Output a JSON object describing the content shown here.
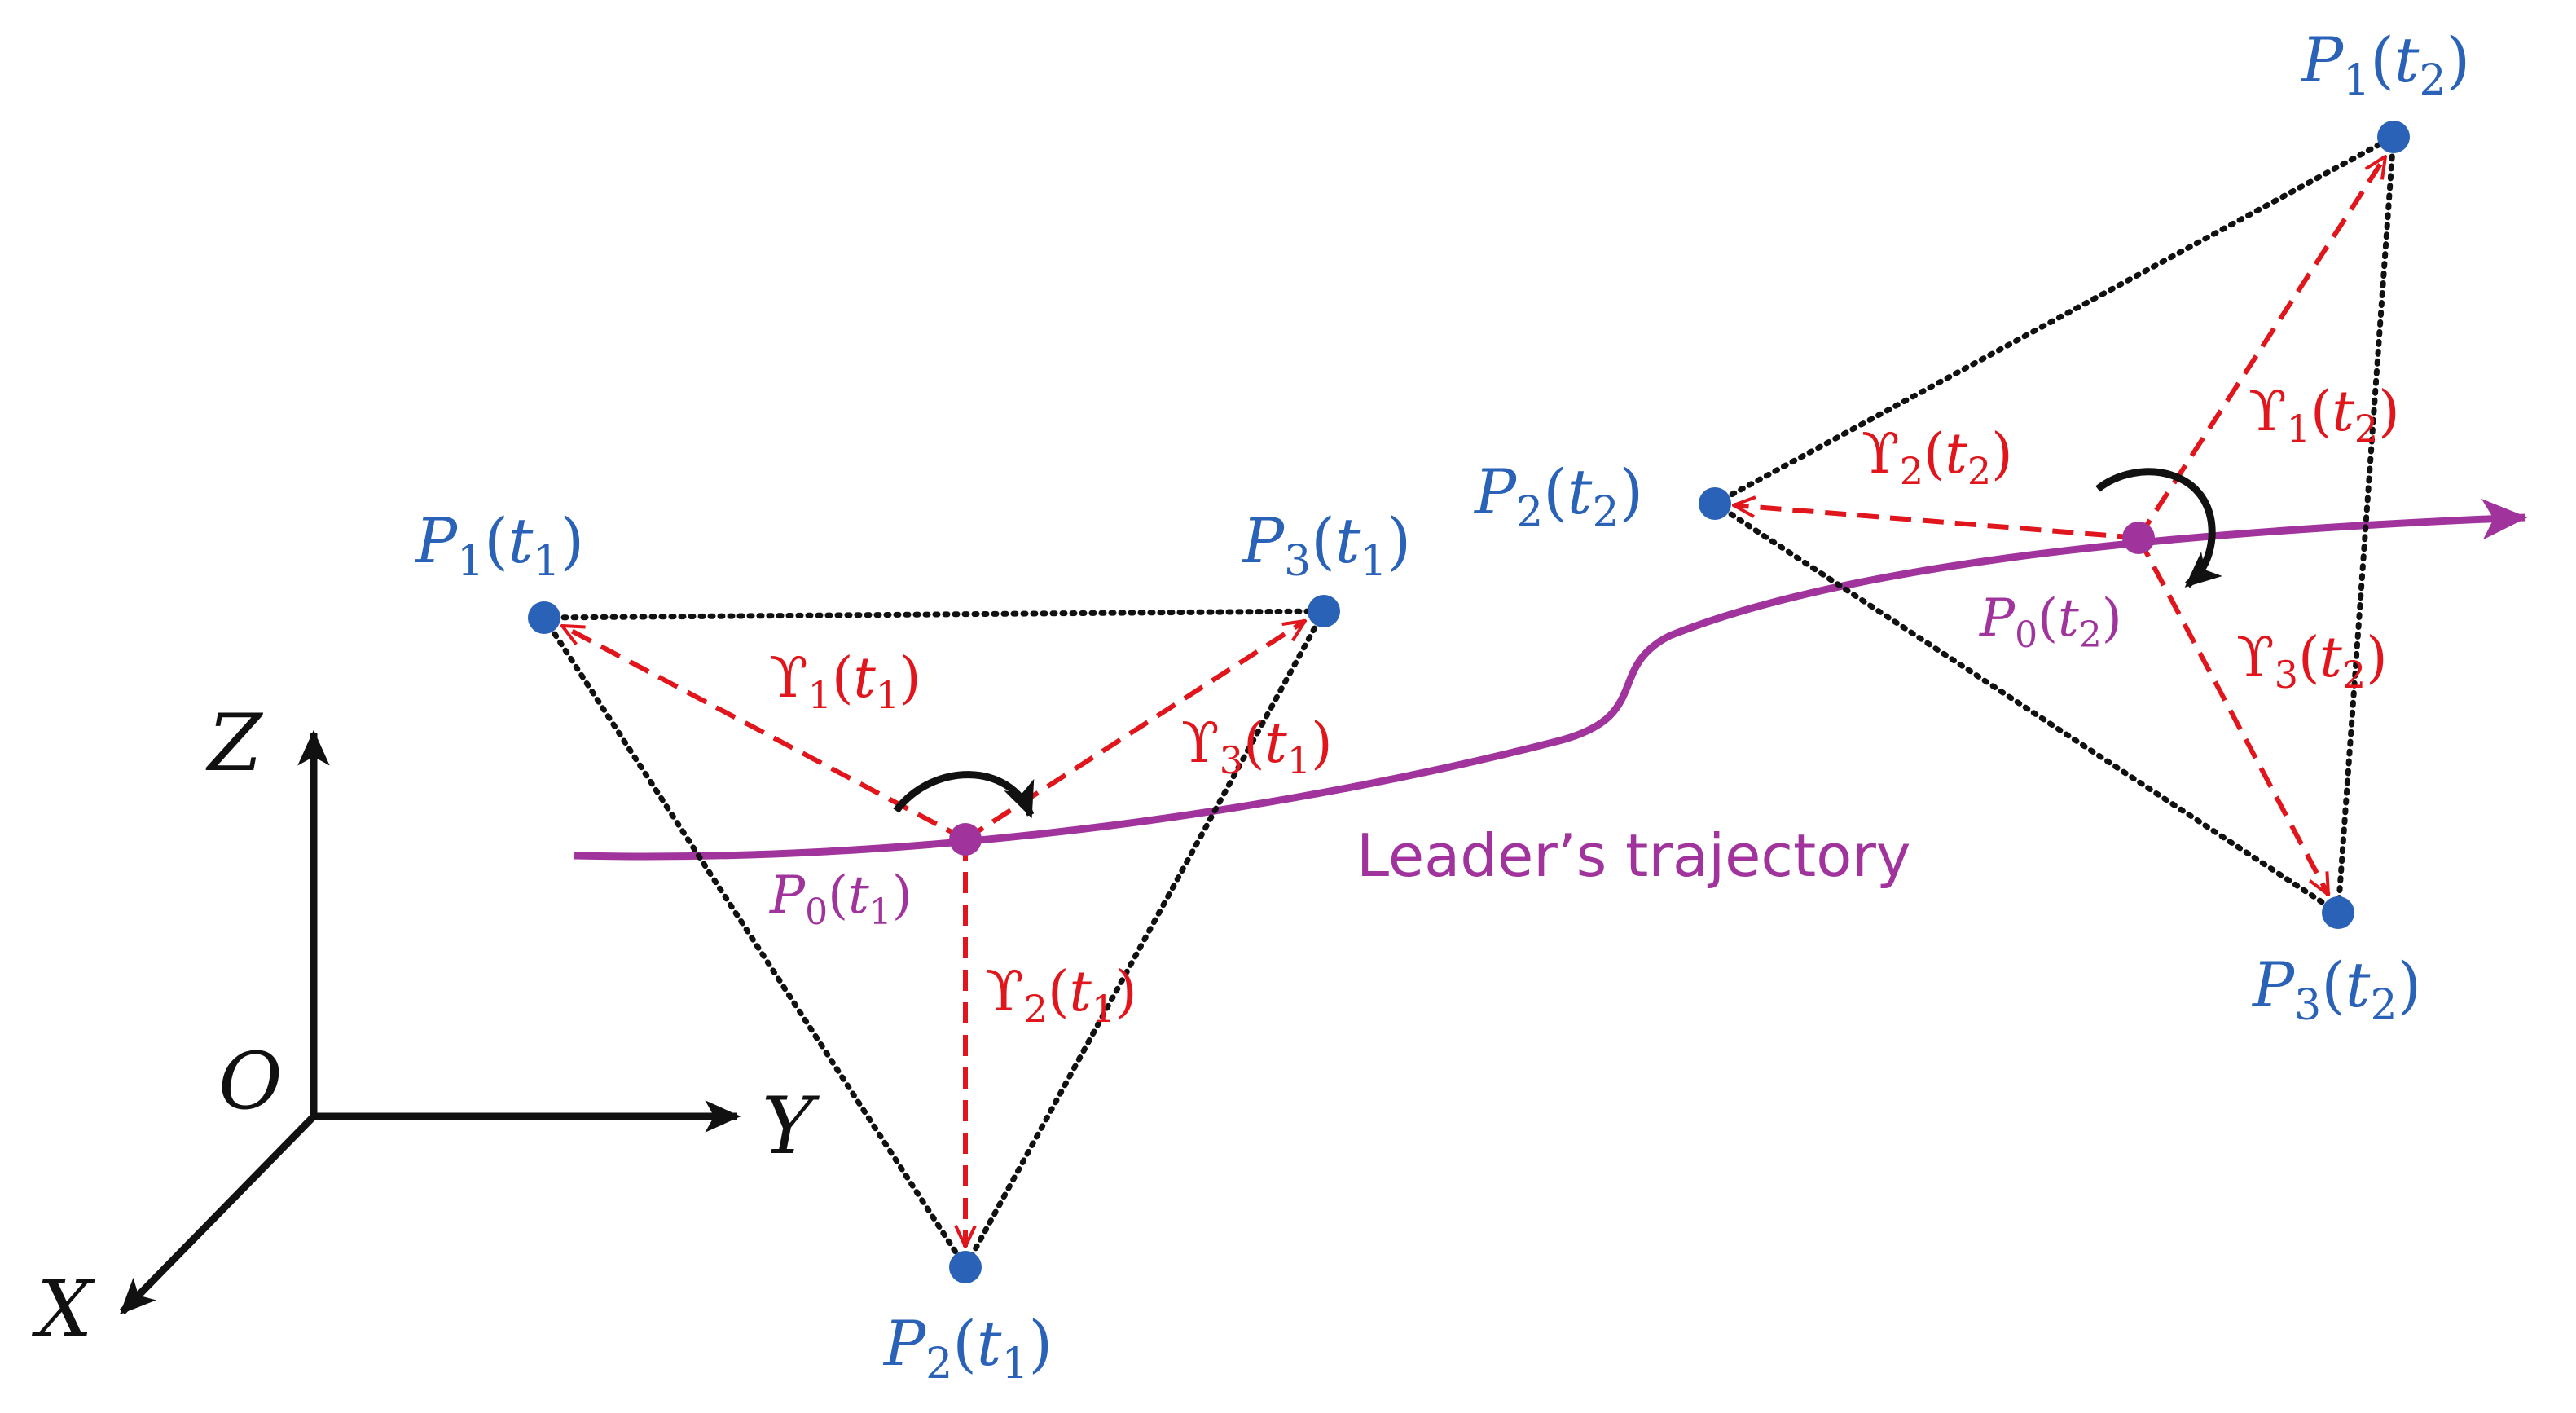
{
  "axes": {
    "z": "Z",
    "y": "Y",
    "x": "X",
    "origin": "O"
  },
  "trajectory_label": "Leader’s trajectory",
  "colors": {
    "point": "#2a62b8",
    "leader": "#a0349c",
    "vector": "#e0161c",
    "edge": "#000000"
  },
  "formation_t1": {
    "p1": {
      "sym": "P",
      "sub": "1",
      "time": "t",
      "tsub": "1"
    },
    "p2": {
      "sym": "P",
      "sub": "2",
      "time": "t",
      "tsub": "1"
    },
    "p3": {
      "sym": "P",
      "sub": "3",
      "time": "t",
      "tsub": "1"
    },
    "p0": {
      "sym": "P",
      "sub": "0",
      "time": "t",
      "tsub": "1"
    },
    "g1": {
      "sym": "ϒ",
      "sub": "1",
      "time": "t",
      "tsub": "1"
    },
    "g2": {
      "sym": "ϒ",
      "sub": "2",
      "time": "t",
      "tsub": "1"
    },
    "g3": {
      "sym": "ϒ",
      "sub": "3",
      "time": "t",
      "tsub": "1"
    }
  },
  "formation_t2": {
    "p1": {
      "sym": "P",
      "sub": "1",
      "time": "t",
      "tsub": "2"
    },
    "p2": {
      "sym": "P",
      "sub": "2",
      "time": "t",
      "tsub": "2"
    },
    "p3": {
      "sym": "P",
      "sub": "3",
      "time": "t",
      "tsub": "2"
    },
    "p0": {
      "sym": "P",
      "sub": "0",
      "time": "t",
      "tsub": "2"
    },
    "g1": {
      "sym": "ϒ",
      "sub": "1",
      "time": "t",
      "tsub": "2"
    },
    "g2": {
      "sym": "ϒ",
      "sub": "2",
      "time": "t",
      "tsub": "2"
    },
    "g3": {
      "sym": "ϒ",
      "sub": "3",
      "time": "t",
      "tsub": "2"
    }
  }
}
